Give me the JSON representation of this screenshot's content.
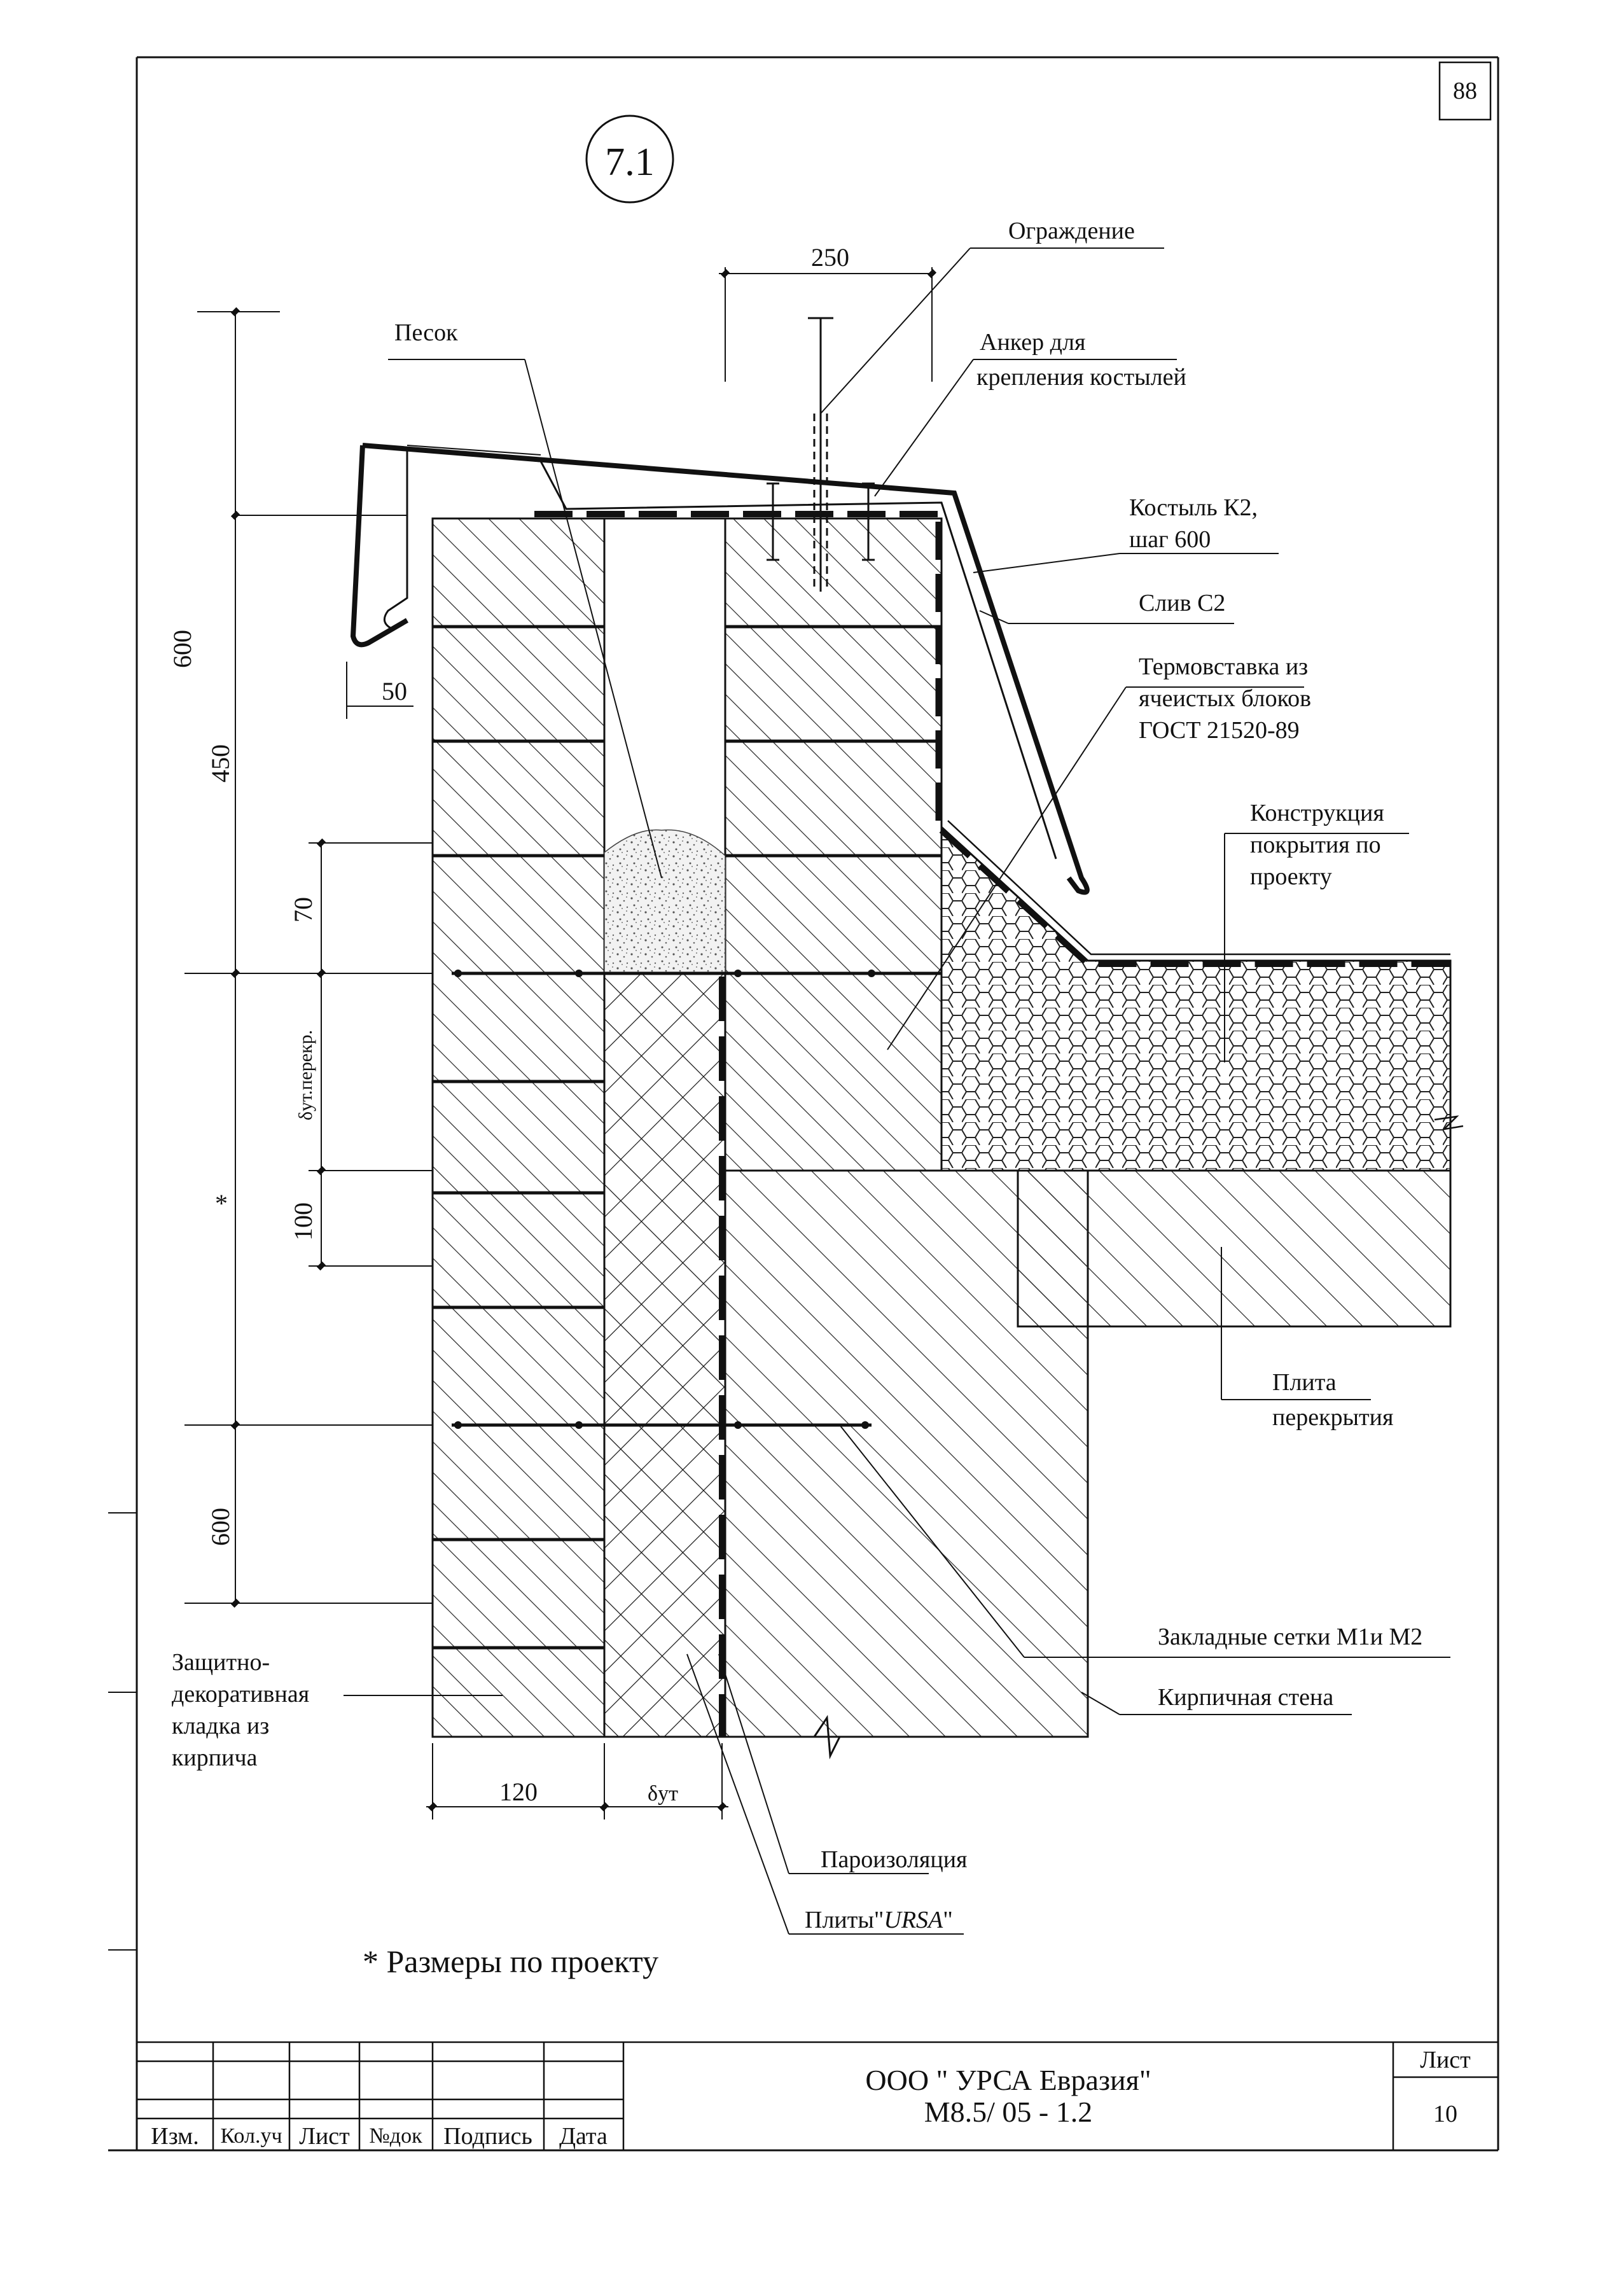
{
  "sheet": {
    "page_number": "88",
    "detail_id": "7.1",
    "footnote": "* Размеры по проекту"
  },
  "labels": {
    "ograzhdenie": "Ограждение",
    "pesok": "Песок",
    "anker_1": "Анкер для",
    "anker_2": "крепления костылей",
    "kostyl_1": "Костыль К2,",
    "kostyl_2": "шаг 600",
    "sliv": "Слив С2",
    "termo_1": "Термовставка из",
    "termo_2": "ячеистых блоков",
    "termo_3": "ГОСТ 21520-89",
    "konstr_1": "Конструкция",
    "konstr_2": "покрытия по",
    "konstr_3": "проекту",
    "plita_1": "Плита",
    "plita_2": "перекрытия",
    "setki": "Закладные сетки М1и М2",
    "kirp_stena": "Кирпичная стена",
    "zashch_1": "Защитно-",
    "zashch_2": "декоративная",
    "zashch_3": "кладка из",
    "zashch_4": "кирпича",
    "paroizol": "Пароизоляция",
    "plity_prefix": "Плиты\"",
    "plity_brand": "URSA",
    "plity_suffix": "\""
  },
  "dimensions": {
    "d250": "250",
    "d600_top": "600",
    "d450": "450",
    "d50": "50",
    "d70": "70",
    "d_ut_perekr": "δут.перекр.",
    "d100": "100",
    "d_star": "*",
    "d600_bottom": "600",
    "d120": "120",
    "d_ut": "δут"
  },
  "title_block": {
    "col_izm": "Изм.",
    "col_kol": "Кол.уч",
    "col_list": "Лист",
    "col_ndok": "№док",
    "col_podpis": "Подпись",
    "col_data": "Дата",
    "company": "ООО \" УРСА Евразия\"",
    "doc_code": "М8.5/ 05 - 1.2",
    "sheet_label": "Лист",
    "sheet_number": "10"
  }
}
